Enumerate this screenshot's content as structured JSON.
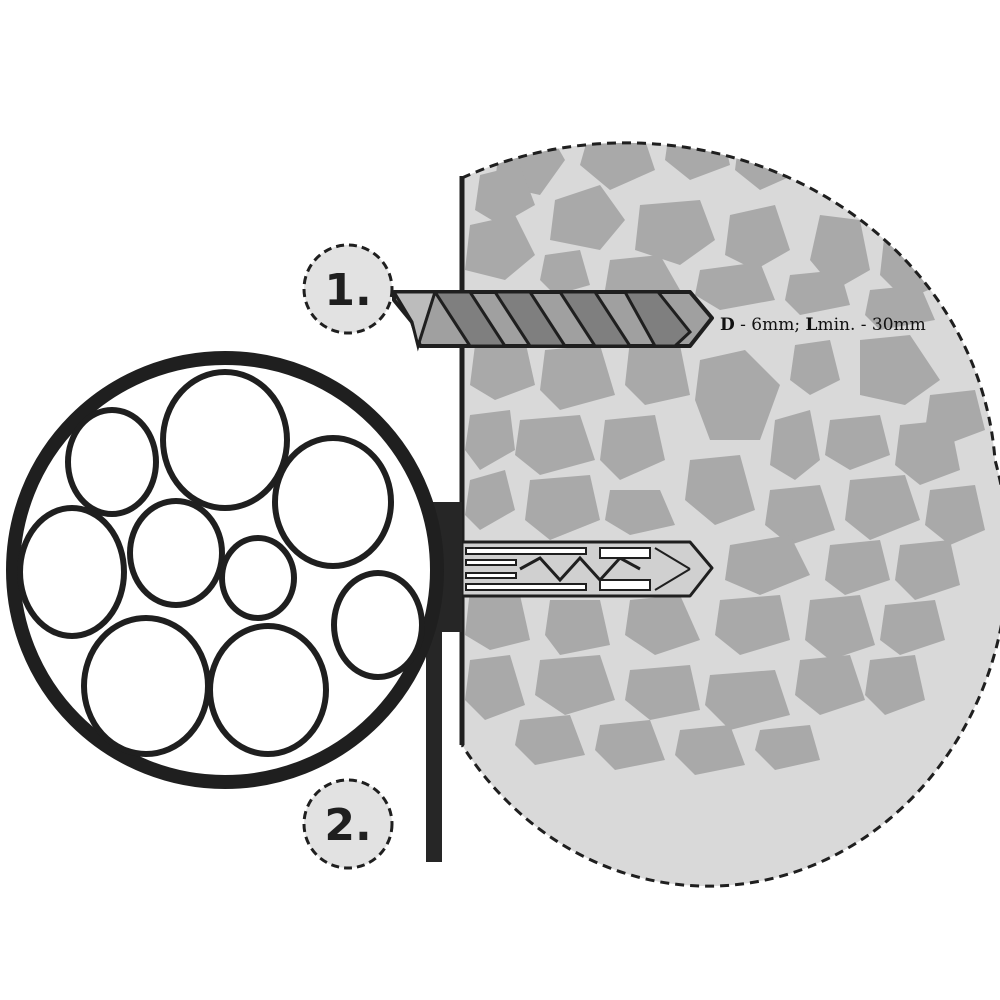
{
  "steps": [
    {
      "number": "1.",
      "action": "drill-hole"
    },
    {
      "number": "2.",
      "action": "mount-cable-clip"
    }
  ],
  "drill_spec": {
    "d_symbol": "D",
    "d_value": " - 6mm; ",
    "l_symbol": "L",
    "l_value": "min. - 30mm"
  },
  "icons": {
    "drill": "drill-bit-icon",
    "dowel": "wall-plug-icon",
    "clip": "cable-clip-icon",
    "bundle": "cable-bundle-icon",
    "wall": "stone-wall-icon"
  },
  "colors": {
    "ink": "#1f1f1f",
    "wall_background": "#d9d9d9",
    "stone": "#a9a9a9",
    "drill_fill": "#a0a0a0",
    "step_badge": "#e2e2e2"
  }
}
